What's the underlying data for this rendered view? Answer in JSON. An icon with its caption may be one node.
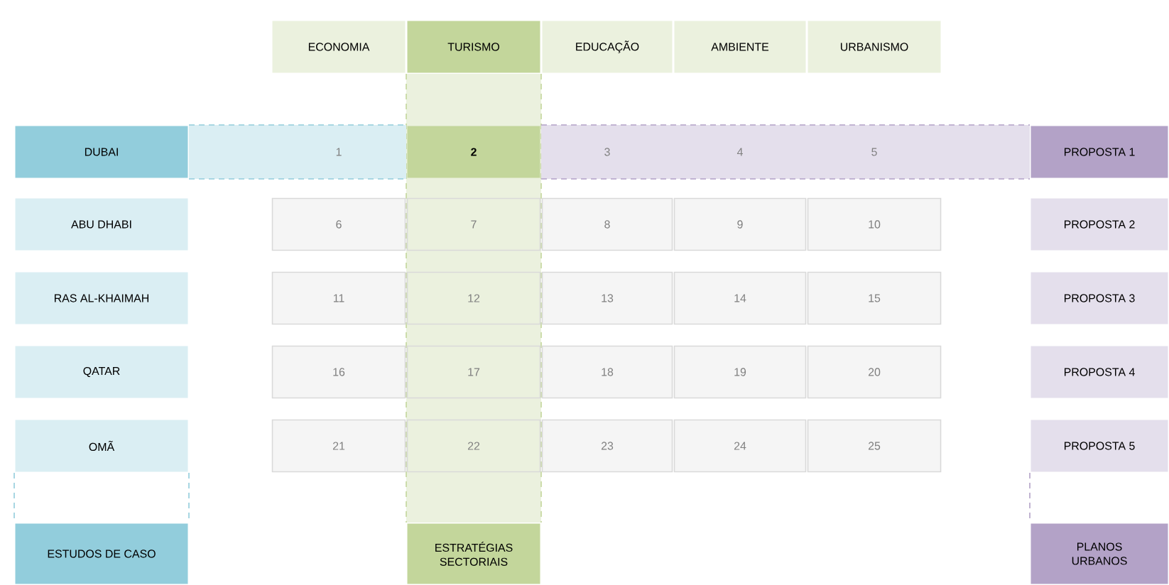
{
  "diagram": {
    "nodes": [
      {
        "text": [
          "ECONOMIA"
        ]
      },
      {
        "text": [
          "TURISMO"
        ]
      },
      {
        "text": [
          "EDUCAÇÃO"
        ]
      },
      {
        "text": [
          "AMBIENTE"
        ]
      },
      {
        "text": [
          "URBANISMO"
        ]
      },
      {
        "text": [
          "DUBAI"
        ]
      },
      {
        "text": [
          "1"
        ]
      },
      {
        "text": [
          "2"
        ]
      },
      {
        "text": [
          "3"
        ]
      },
      {
        "text": [
          "4"
        ]
      },
      {
        "text": [
          "5"
        ]
      },
      {
        "text": [
          "PROPOSTA 1"
        ]
      },
      {
        "text": [
          "ABU DHABI"
        ]
      },
      {
        "text": [
          "6"
        ]
      },
      {
        "text": [
          "7"
        ]
      },
      {
        "text": [
          "8"
        ]
      },
      {
        "text": [
          "9"
        ]
      },
      {
        "text": [
          "10"
        ]
      },
      {
        "text": [
          "PROPOSTA 2"
        ]
      },
      {
        "text": [
          "RAS AL-KHAIMAH"
        ]
      },
      {
        "text": [
          "11"
        ]
      },
      {
        "text": [
          "12"
        ]
      },
      {
        "text": [
          "13"
        ]
      },
      {
        "text": [
          "14"
        ]
      },
      {
        "text": [
          "15"
        ]
      },
      {
        "text": [
          "PROPOSTA 3"
        ]
      },
      {
        "text": [
          "QATAR"
        ]
      },
      {
        "text": [
          "16"
        ]
      },
      {
        "text": [
          "17"
        ]
      },
      {
        "text": [
          "18"
        ]
      },
      {
        "text": [
          "19"
        ]
      },
      {
        "text": [
          "20"
        ]
      },
      {
        "text": [
          "PROPOSTA 4"
        ]
      },
      {
        "text": [
          "OMÃ"
        ]
      },
      {
        "text": [
          "21"
        ]
      },
      {
        "text": [
          "22"
        ]
      },
      {
        "text": [
          "23"
        ]
      },
      {
        "text": [
          "24"
        ]
      },
      {
        "text": [
          "25"
        ]
      },
      {
        "text": [
          "PROPOSTA 5"
        ]
      },
      {
        "text": [
          "ESTUDOS DE CASO"
        ]
      },
      {
        "text": [
          "ESTRATÉGIAS SECTORIAIS"
        ]
      },
      {
        "text": [
          "PLANOS URBANOS"
        ]
      }
    ]
  }
}
